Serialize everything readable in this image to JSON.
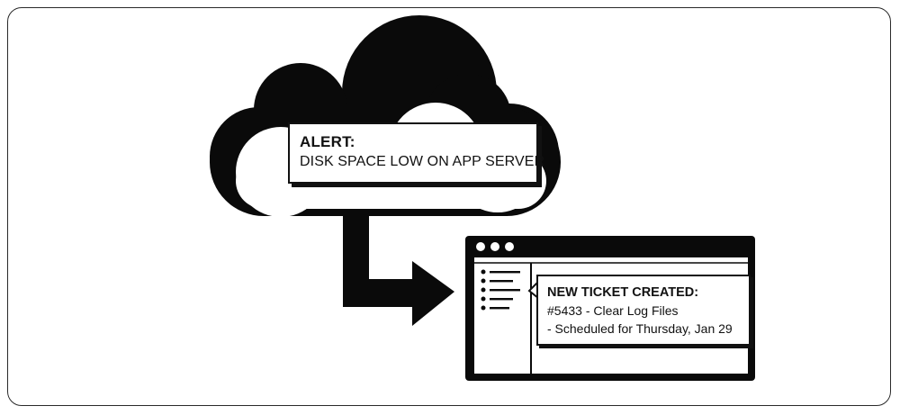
{
  "alert": {
    "title": "ALERT:",
    "message": "DISK SPACE LOW ON APP SERVER"
  },
  "ticket": {
    "title": "NEW TICKET CREATED:",
    "lines": [
      "#5433 - Clear Log Files",
      "- Scheduled for Thursday, Jan 29"
    ]
  },
  "icons": {
    "cloud": "cloud-icon",
    "arrow": "flow-arrow-icon",
    "window": "app-window-icon"
  }
}
